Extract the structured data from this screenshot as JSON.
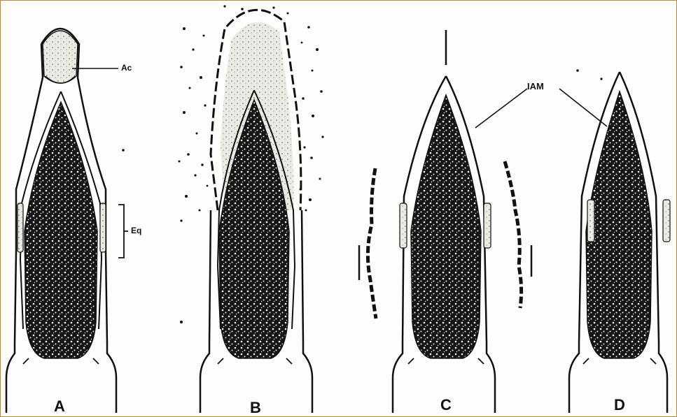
{
  "figure": {
    "panels": [
      {
        "id": "A",
        "label": "A"
      },
      {
        "id": "B",
        "label": "B"
      },
      {
        "id": "C",
        "label": "C"
      },
      {
        "id": "D",
        "label": "D"
      }
    ],
    "annotations": {
      "acrosome": "Ac",
      "equatorial_segment": "Eq",
      "inner_acrosomal_membrane": "IAM"
    },
    "colors": {
      "ink": "#111111",
      "paper": "#fdfdfb",
      "frame_border": "#b88a4a",
      "acrosome_fill": "#e8e6dc"
    }
  }
}
